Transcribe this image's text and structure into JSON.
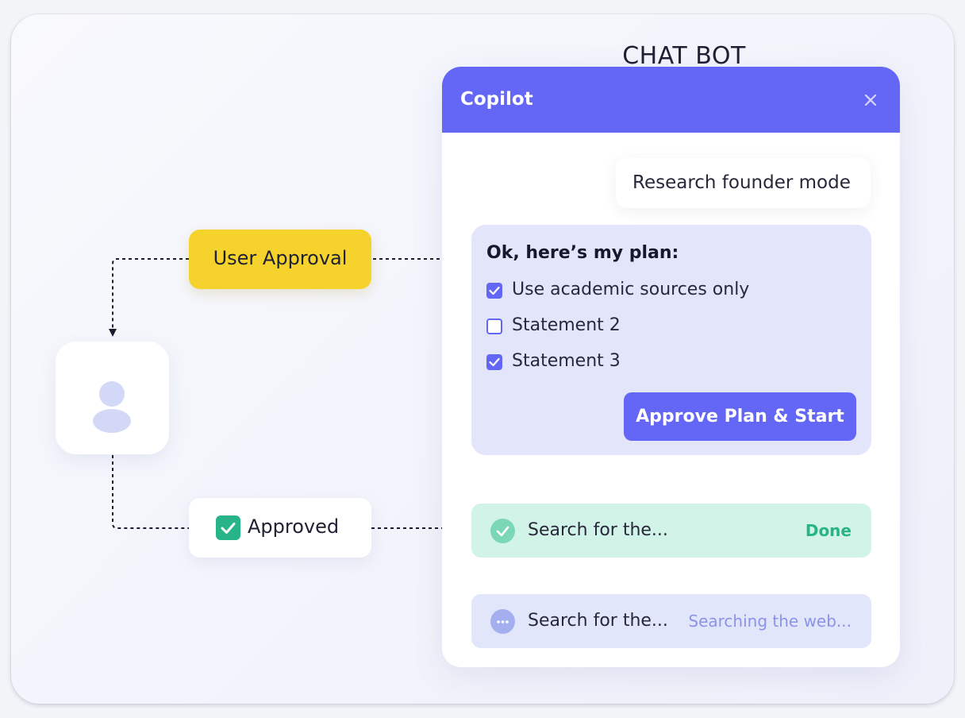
{
  "diagram": {
    "title": "CHAT BOT",
    "user_approval_label": "User Approval",
    "approved_label": "Approved"
  },
  "chat": {
    "header_title": "Copilot",
    "user_message": "Research founder mode",
    "plan": {
      "heading": "Ok, here’s my plan:",
      "items": [
        {
          "label": "Use academic sources only",
          "checked": true
        },
        {
          "label": "Statement 2",
          "checked": false
        },
        {
          "label": "Statement 3",
          "checked": true
        }
      ],
      "approve_label": "Approve Plan & Start"
    },
    "steps": [
      {
        "label": "Search for the...",
        "status": "Done"
      },
      {
        "label": "Search for the...",
        "status": "Searching the web..."
      }
    ]
  },
  "colors": {
    "accent": "#6466f6",
    "approval_yellow": "#f6d32c",
    "success_green": "#27b487",
    "done_bg": "#d2f3e8",
    "running_bg": "#e2e6fb"
  },
  "icons": [
    "close-icon",
    "checkbox-checked-icon",
    "checkbox-empty-icon",
    "user-icon",
    "check-icon",
    "ellipsis-icon"
  ]
}
